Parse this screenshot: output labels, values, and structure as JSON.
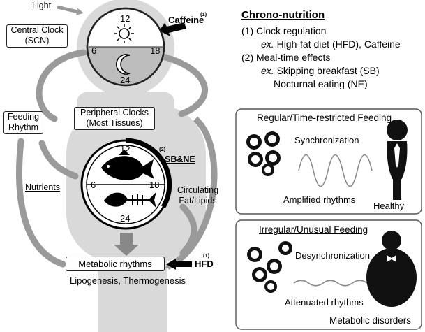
{
  "left": {
    "light": "Light",
    "central_clock": [
      "Central Clock",
      "(SCN)"
    ],
    "caffeine": "Caffeine",
    "caffeine_ref": "(1)",
    "clock_top": "12",
    "clock_left": "6",
    "clock_right": "18",
    "clock_bottom": "24",
    "feeding_rhythm": [
      "Feeding",
      "Rhythm"
    ],
    "peripheral": [
      "Peripheral Clocks",
      "(Most Tissues)"
    ],
    "sbne_ref": "(2)",
    "sbne": "SB&NE",
    "nutrients": "Nutrients",
    "circulating": [
      "Circulating",
      "Fat/Lipids"
    ],
    "metabolic": "Metabolic rhythms",
    "hfd": "HFD",
    "hfd_ref": "(1)",
    "lipogenesis": "Lipogenesis, Thermogenesis"
  },
  "right": {
    "title": "Chrono-nutrition",
    "item1": "(1) Clock regulation",
    "item1_ex_prefix": "ex.",
    "item1_ex": " High-fat diet (HFD), Caffeine",
    "item2": "(2) Meal-time effects",
    "item2_ex_prefix": "ex.",
    "item2_ex1": " Skipping breakfast (SB)",
    "item2_ex2": "Nocturnal eating (NE)"
  },
  "panel_regular": {
    "title": "Regular/Time-restricted Feeding",
    "sync": "Synchronization",
    "amplified": "Amplified rhythms",
    "outcome": "Healthy"
  },
  "panel_irregular": {
    "title": "Irregular/Unusual Feeding",
    "desync": "Desynchronization",
    "attenuated": "Attenuated rhythms",
    "outcome": "Metabolic disorders"
  },
  "colors": {
    "silhouette": "#d9d9d9",
    "arrow": "#9a9a9a",
    "dark": "#111111",
    "panel_border": "#555555"
  }
}
